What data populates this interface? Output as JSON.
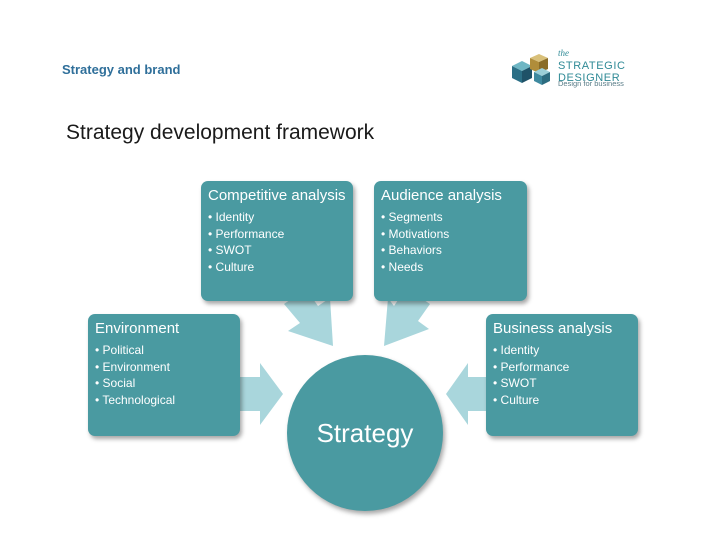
{
  "header": {
    "section_label": "Strategy and brand",
    "logo": {
      "prefix": "the",
      "name": "STRATEGIC DESIGNER",
      "tagline": "Design for business"
    }
  },
  "page_title": "Strategy development framework",
  "center_node": {
    "label": "Strategy"
  },
  "nodes": {
    "competitive": {
      "title": "Competitive analysis",
      "items": [
        "Identity",
        "Performance",
        "SWOT",
        "Culture"
      ]
    },
    "audience": {
      "title": "Audience analysis",
      "items": [
        "Segments",
        "Motivations",
        "Behaviors",
        "Needs"
      ]
    },
    "environment": {
      "title": "Environment",
      "items": [
        "Political",
        "Environment",
        "Social",
        "Technological"
      ]
    },
    "business": {
      "title": "Business analysis",
      "items": [
        "Identity",
        "Performance",
        "SWOT",
        "Culture"
      ]
    }
  },
  "colors": {
    "node_fill": "#4a9aa1",
    "arrow_fill": "#a9d6dc",
    "section_label": "#2f6f9a"
  }
}
